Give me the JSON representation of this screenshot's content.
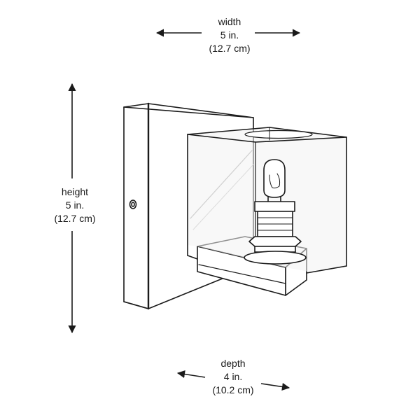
{
  "dimensions": {
    "width": {
      "name": "width",
      "imperial": "5 in.",
      "metric": "(12.7 cm)"
    },
    "height": {
      "name": "height",
      "imperial": "5 in.",
      "metric": "(12.7 cm)"
    },
    "depth": {
      "name": "depth",
      "imperial": "4 in.",
      "metric": "(10.2 cm)"
    }
  },
  "colors": {
    "line": "#1a1a1a",
    "glass": "#f2f2f2",
    "text": "#1a1a1a"
  }
}
